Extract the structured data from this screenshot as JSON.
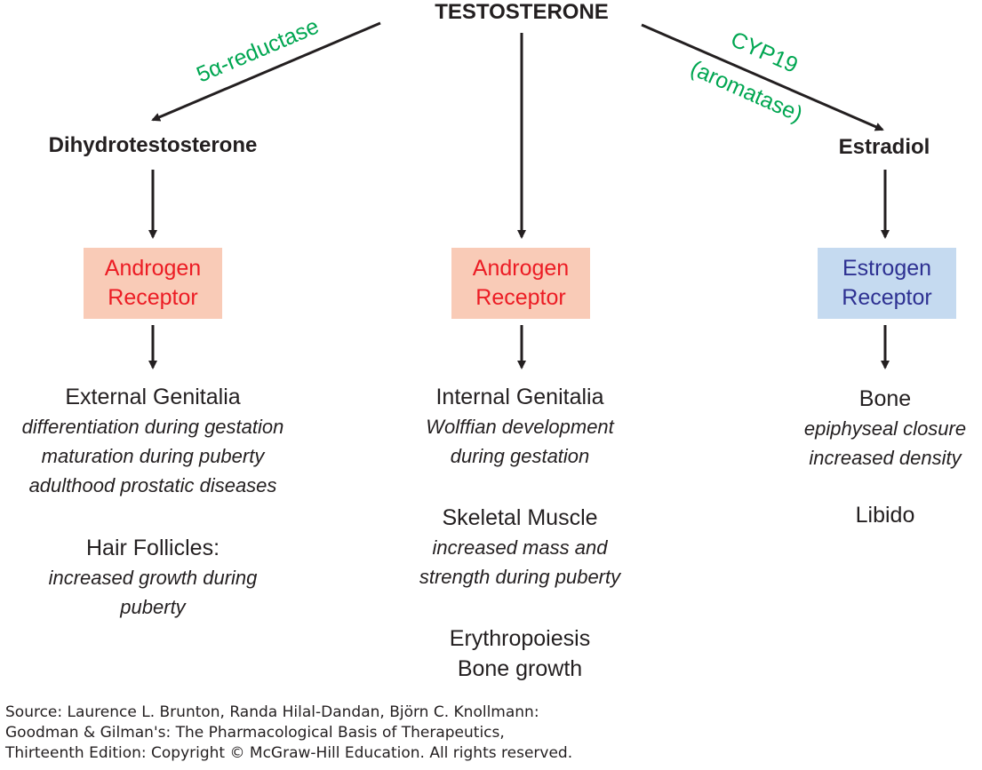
{
  "top": "TESTOSTERONE",
  "left_enzyme": "5α-reductase",
  "right_enzyme_line1": "CYP19",
  "right_enzyme_line2": "(aromatase)",
  "left_product": "Dihydrotestosterone",
  "right_product": "Estradiol",
  "receptors": {
    "left": {
      "line1": "Androgen",
      "line2": "Receptor",
      "color": "#f9cbb7",
      "text_color": "#ec1c24"
    },
    "center": {
      "line1": "Androgen",
      "line2": "Receptor",
      "color": "#f9cbb7",
      "text_color": "#ec1c24"
    },
    "right": {
      "line1": "Estrogen",
      "line2": "Receptor",
      "color": "#c5daf0",
      "text_color": "#2e3192"
    }
  },
  "left_effects": {
    "head1": "External Genitalia",
    "desc1": [
      "differentiation during gestation",
      "maturation during puberty",
      "adulthood prostatic diseases"
    ],
    "head2": "Hair Follicles:",
    "desc2": [
      "increased growth during",
      "puberty"
    ]
  },
  "center_effects": {
    "head1": "Internal Genitalia",
    "desc1": [
      "Wolffian development",
      "during gestation"
    ],
    "head2": "Skeletal Muscle",
    "desc2": [
      "increased mass and",
      "strength during puberty"
    ],
    "head3": "Erythropoiesis",
    "head4": "Bone growth"
  },
  "right_effects": {
    "head1": "Bone",
    "desc1": [
      "epiphyseal closure",
      "increased density"
    ],
    "head2": "Libido"
  },
  "source": [
    "Source: Laurence L. Brunton, Randa Hilal-Dandan, Björn C. Knollmann:",
    "Goodman & Gilman's: The Pharmacological Basis of Therapeutics,",
    "Thirteenth Edition: Copyright © McGraw-Hill Education. All rights reserved."
  ]
}
